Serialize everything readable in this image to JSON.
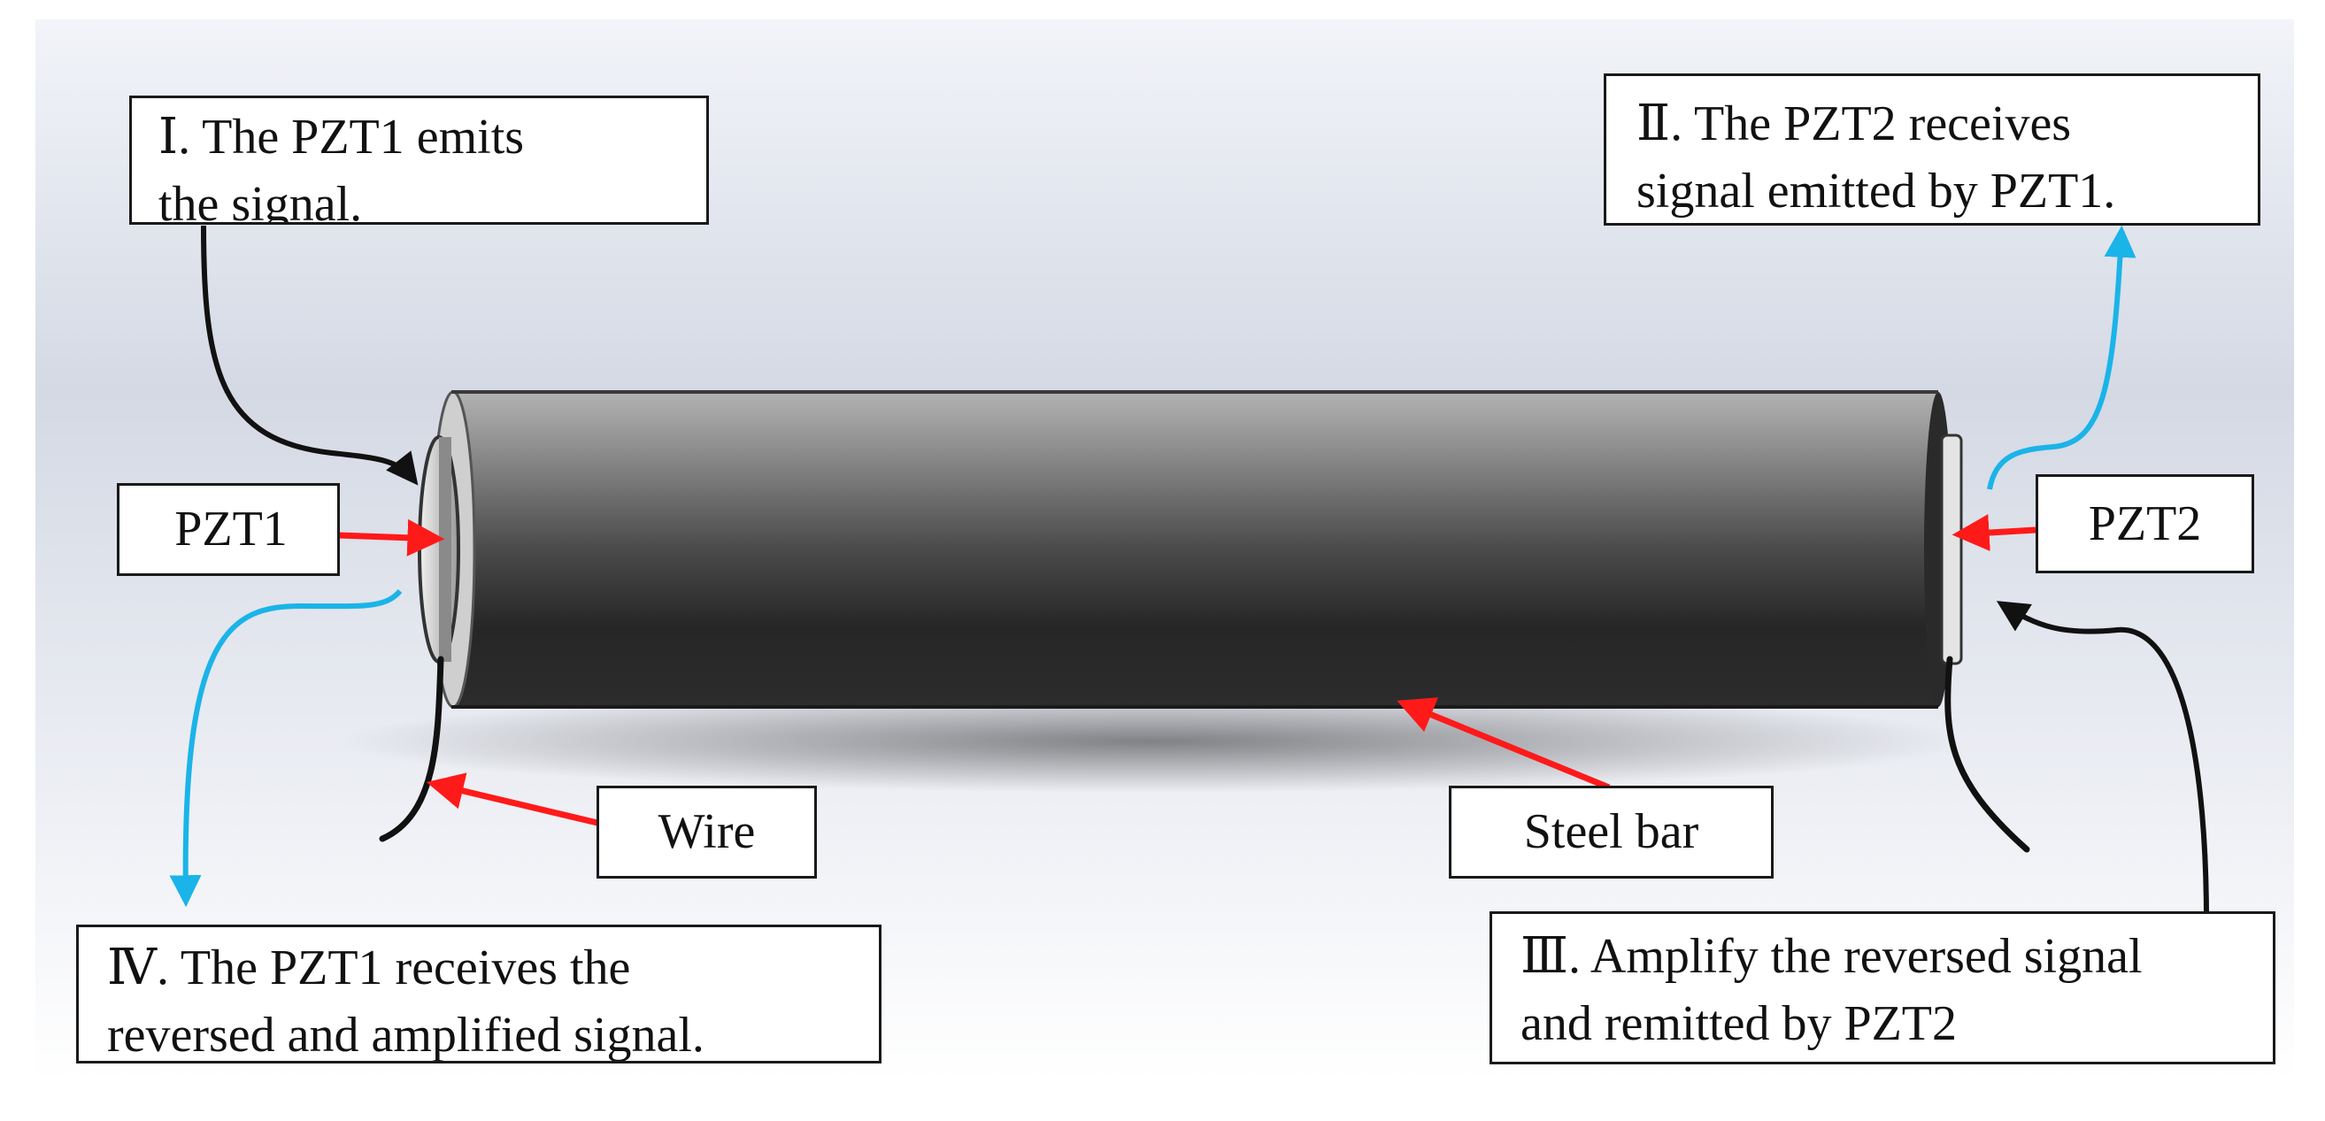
{
  "labels": {
    "step1": {
      "line1": "Ⅰ. The PZT1 emits",
      "line2": "the signal."
    },
    "step2": {
      "line1": "Ⅱ. The PZT2 receives",
      "line2": "signal emitted by PZT1."
    },
    "step3": {
      "line1": "Ⅲ. Amplify the reversed signal",
      "line2": "and remitted by PZT2"
    },
    "step4": {
      "line1": "Ⅳ. The PZT1 receives the",
      "line2": "reversed and amplified signal."
    },
    "pzt1": "PZT1",
    "pzt2": "PZT2",
    "wire": "Wire",
    "steel_bar": "Steel bar"
  },
  "colors": {
    "pointer_arrow": "#ff1a1a",
    "signal_arrow": "#1ab4e8",
    "process_arrow": "#111111",
    "bar_dark": "#1e1e1e",
    "bar_light": "#b0b0b0"
  }
}
